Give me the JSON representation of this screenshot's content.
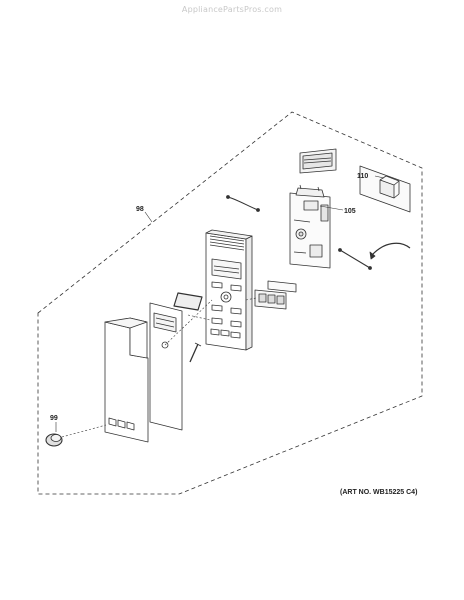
{
  "watermark": "AppliancePartsPros.com",
  "callouts": {
    "c98": "98",
    "c99": "99",
    "c105": "105",
    "c110": "110"
  },
  "art_number": "(ART NO. WB15225 C4)",
  "colors": {
    "line": "#333333",
    "background": "#ffffff",
    "watermark": "#c8c8c8"
  }
}
